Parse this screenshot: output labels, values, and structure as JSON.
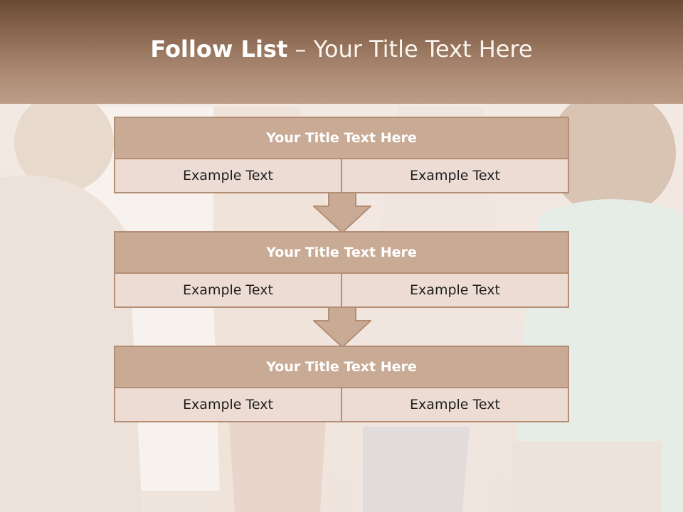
{
  "header": {
    "title_bold": "Follow List",
    "title_separator": " – ",
    "title_rest": "Your Title Text Here"
  },
  "flow": {
    "blocks": [
      {
        "title": "Your Title Text Here",
        "left_text": "Example Text",
        "right_text": "Example Text"
      },
      {
        "title": "Your Title Text Here",
        "left_text": "Example Text",
        "right_text": "Example Text"
      },
      {
        "title": "Your Title Text Here",
        "left_text": "Example Text",
        "right_text": "Example Text"
      }
    ]
  },
  "colors": {
    "header_dark": "#6a4b32",
    "header_light": "#bb9c87",
    "block_title_fill": "#c9ab95",
    "block_cell_fill": "#ecdcd3",
    "block_border": "#b48e74",
    "arrow_fill": "#c9ab95"
  },
  "background": {
    "description_icon": "office-meeting-photo"
  }
}
